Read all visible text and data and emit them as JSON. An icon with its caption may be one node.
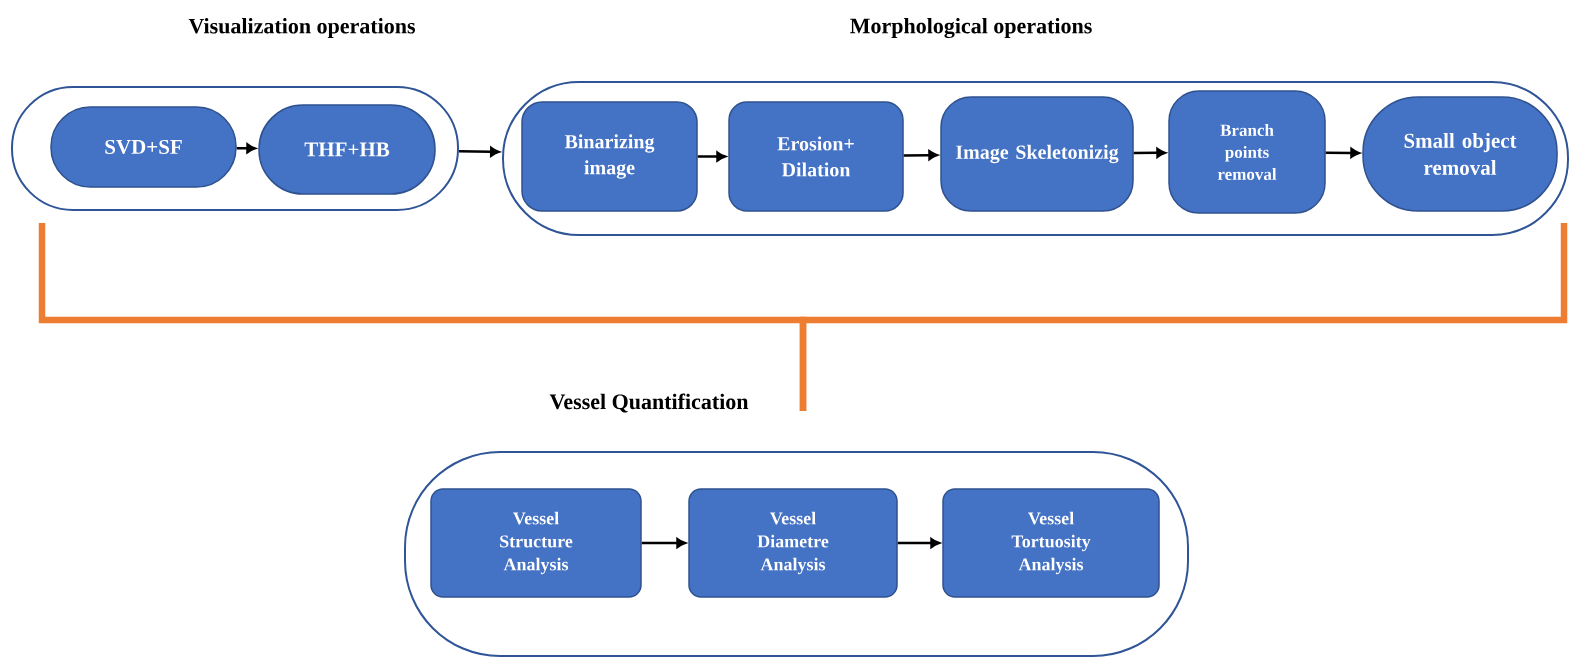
{
  "diagram": {
    "nodes": [
      {
        "text": [
          "Visualization operations"
        ]
      },
      {
        "text": [
          "SVD+SF"
        ],
        "in": 0
      },
      {
        "text": [
          "THF+HB"
        ],
        "in": 0
      },
      {
        "text": [
          "Morphological operations"
        ]
      },
      {
        "text": [
          "Binarizing image"
        ],
        "in": 3
      },
      {
        "text": [
          "Erosion+ Dilation"
        ],
        "in": 3
      },
      {
        "text": [
          "Image Skeletonizig"
        ],
        "in": 3
      },
      {
        "text": [
          "Branch points removal"
        ],
        "in": 3
      },
      {
        "text": [
          "Small object removal"
        ],
        "in": 3
      },
      {
        "text": [
          "Vessel Quantification"
        ]
      },
      {
        "text": [
          "Vessel Structure Analysis"
        ],
        "in": 9
      },
      {
        "text": [
          "Vessel Diametre Analysis"
        ],
        "in": 9
      },
      {
        "text": [
          "Vessel Tortuosity Analysis"
        ],
        "in": 9
      }
    ],
    "edges": [
      {
        "from": 1,
        "to": 2,
        "arrow": "to"
      },
      {
        "from": 0,
        "to": 3,
        "arrow": "to"
      },
      {
        "from": 4,
        "to": 5,
        "arrow": "to"
      },
      {
        "from": 5,
        "to": 6,
        "arrow": "to"
      },
      {
        "from": 6,
        "to": 7,
        "arrow": "to"
      },
      {
        "from": 7,
        "to": 8,
        "arrow": "to"
      },
      {
        "from": 0,
        "to": 9,
        "arrow": "none",
        "style": "thick",
        "color": "#ed7d31"
      },
      {
        "from": 3,
        "to": 9,
        "arrow": "none",
        "style": "thick",
        "color": "#ed7d31"
      },
      {
        "from": 10,
        "to": 11,
        "arrow": "to"
      },
      {
        "from": 11,
        "to": 12,
        "arrow": "to"
      }
    ]
  }
}
